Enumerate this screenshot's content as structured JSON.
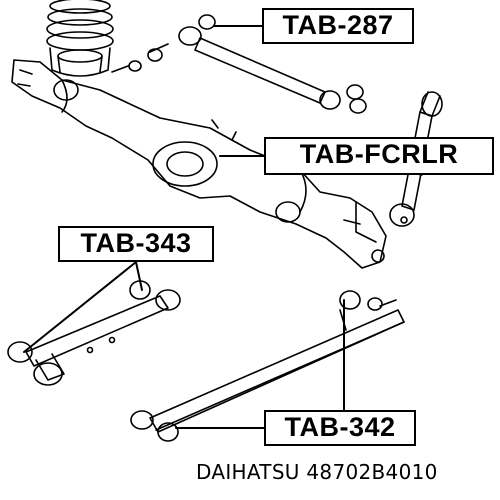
{
  "labels": {
    "tab_287": "TAB-287",
    "tab_fcrlr": "TAB-FCRLR",
    "tab_343": "TAB-343",
    "tab_342": "TAB-342"
  },
  "caption": "DAIHATSU 48702B4010",
  "colors": {
    "ink": "#000000",
    "background": "#ffffff"
  }
}
